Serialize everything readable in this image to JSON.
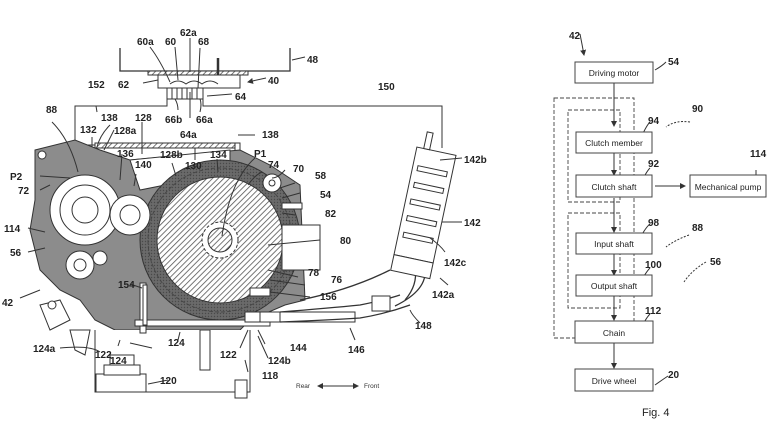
{
  "figure_left": {
    "name": "Motorcycle power unit cross-section",
    "labels": {
      "l48": "48",
      "l60a": "60a",
      "l60": "60",
      "l62a": "62a",
      "l68": "68",
      "l62": "62",
      "l40": "40",
      "l64": "64",
      "l66b": "66b",
      "l66a": "66a",
      "l64a": "64a",
      "l152": "152",
      "l150": "150",
      "l88": "88",
      "l138a": "138",
      "l128": "128",
      "l132": "132",
      "l128a": "128a",
      "l138b": "138",
      "l136": "136",
      "l140": "140",
      "l128b": "128b",
      "l130": "130",
      "l134": "134",
      "lP1": "P1",
      "l74": "74",
      "l70": "70",
      "l58": "58",
      "l54": "54",
      "l82": "82",
      "l80": "80",
      "l78": "78",
      "l76": "76",
      "l156": "156",
      "lP2": "P2",
      "l72": "72",
      "l114": "114",
      "l56": "56",
      "l42": "42",
      "l154": "154",
      "l124a": "124a",
      "l122a": "122",
      "l124a2": "124",
      "l124b2": "124",
      "l122b": "122",
      "l120": "120",
      "l144": "144",
      "l124b": "124b",
      "l118": "118",
      "l146": "146",
      "l148": "148",
      "l142": "142",
      "l142a": "142a",
      "l142b": "142b",
      "l142c": "142c"
    },
    "direction": {
      "rear": "Rear",
      "front": "Front"
    }
  },
  "figure_right": {
    "caption": "Fig. 4",
    "ref_top": "42",
    "boxes": [
      {
        "id": "driving_motor",
        "label": "Driving motor",
        "ref": "54"
      },
      {
        "id": "clutch_member",
        "label": "Clutch member",
        "ref": "94"
      },
      {
        "id": "clutch_shaft",
        "label": "Clutch shaft",
        "ref": "92"
      },
      {
        "id": "mechanical_pump",
        "label": "Mechanical pump",
        "ref": "114"
      },
      {
        "id": "input_shaft",
        "label": "Input shaft",
        "ref": "98"
      },
      {
        "id": "output_shaft",
        "label": "Output shaft",
        "ref": "100"
      },
      {
        "id": "chain",
        "label": "Chain",
        "ref": "112"
      },
      {
        "id": "drive_wheel",
        "label": "Drive wheel",
        "ref": "20"
      }
    ],
    "group_refs": {
      "clutch_group": "90",
      "transmission_group": "88",
      "outer_group": "56"
    }
  }
}
